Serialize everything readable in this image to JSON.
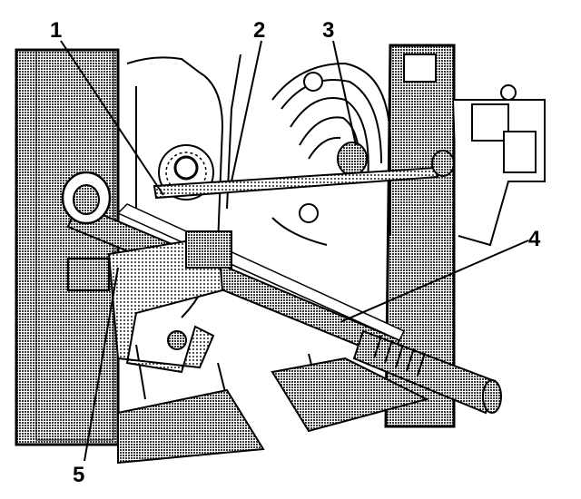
{
  "callouts": {
    "c1": "1",
    "c2": "2",
    "c3": "3",
    "c4": "4",
    "c5": "5"
  },
  "colors": {
    "ink": "#000000",
    "paper": "#ffffff",
    "halftone": "#4a4a4a",
    "halftone_dark": "#2a2a2a",
    "halftone_light": "#8a8a8a"
  }
}
